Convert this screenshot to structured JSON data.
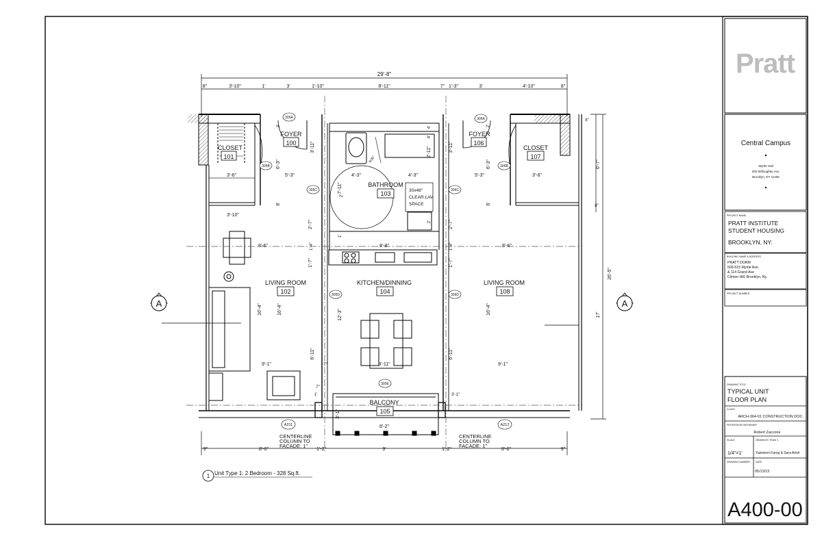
{
  "dimensions": {
    "overall_width": "29'-8\"",
    "top_row": [
      "8\"",
      "3'-10\"",
      "1'",
      "3'",
      "1'-10\"",
      "8'-11\"",
      "7\"",
      "1'-3\"",
      "3'",
      "4'-10\"",
      "8\""
    ],
    "bottom_row": [
      "9\"",
      "8'-6\"",
      "1'-2\"",
      "9'",
      "1'-2\"",
      "8'-6\"",
      "9\""
    ],
    "right_vertical": [
      "6'-7\"",
      "26'-5\"",
      "17'",
      "8\"",
      "8\""
    ],
    "interior": [
      "3'-6\"",
      "5'-3\"",
      "4'-3\"",
      "4'-3\"",
      "5'-3\"",
      "3'-6\"",
      "3'-10\"",
      "8'-6\"",
      "8'-8\"",
      "8'-6\"",
      "9'-1\"",
      "8'-11\"",
      "9'-1\"",
      "8'-2\"",
      "16'-4\"",
      "16'-4\"",
      "16'-4\"",
      "12'-3\"",
      "6'-11\"",
      "6'-11\"",
      "6'-3\"",
      "6'-3\"",
      "3'-11\"",
      "3'-11\"",
      "2'-11\"",
      "7'-11\"",
      "2'-7\"",
      "2'-7\"",
      "1'-7\"",
      "1'-7\"",
      "1'-4\"",
      "1'-4\"",
      "6'",
      "6'",
      "3'-1\"",
      "7\"",
      "7\"",
      "2'",
      "2'",
      "2'",
      "2'",
      "4'",
      "4'",
      "1'",
      "1'",
      "3'-1\""
    ]
  },
  "rooms": [
    {
      "name": "FOYER",
      "number": "100"
    },
    {
      "name": "CLOSET",
      "number": "101"
    },
    {
      "name": "LIVING ROOM",
      "number": "102"
    },
    {
      "name": "BATHROOM",
      "number": "103"
    },
    {
      "name": "KITCHEN/DINNING",
      "number": "104"
    },
    {
      "name": "BALCONY",
      "number": "105"
    },
    {
      "name": "FOYER",
      "number": "106"
    },
    {
      "name": "CLOSET",
      "number": "107"
    },
    {
      "name": "LIVING ROOM",
      "number": "108"
    }
  ],
  "door_tags": [
    "305A",
    "305B",
    "305C",
    "305D",
    "305E",
    "306A",
    "306B",
    "306C",
    "306D"
  ],
  "window_tags": [
    "A211",
    "A212"
  ],
  "notes": {
    "clear_lav": [
      "30x48\"",
      "CLEAR LAV",
      "SPACE"
    ],
    "centerline_left": [
      "CENTERLINE",
      "COLUMN TO",
      "FACADE: 1\""
    ],
    "centerline_right": [
      "CENTERLINE",
      "COLUMN TO",
      "FACADE: 1\""
    ],
    "r36": "R36\""
  },
  "section_marker": "A",
  "drawing_caption": {
    "number": "1",
    "text": "Unit Type 1: 2 Bedroom - 328 Sq.ft."
  },
  "title_block": {
    "logo": "Pratt",
    "campus": "Central Campus",
    "address_lines": [
      "Myrtle Hall",
      "200 Willoughby Ave.",
      "Brooklyn, NY 11205"
    ],
    "project_name_label": "PROJECT NAME",
    "project_name": [
      "PRATT INSTITUTE",
      "STUDENT HOUSING",
      "BROOKLYN, NY."
    ],
    "building_label": "BUILDING NAME & ADDRESS",
    "building": [
      "PRATT DORM",
      "509-515 Myrtle Ave.",
      "& 114 Grand Ave",
      "Clinton Hill, Brooklyn, Ny."
    ],
    "project_number_label": "PROJECT NUMBER",
    "drawing_title_label": "DRAWING TITLE",
    "drawing_title": [
      "TYPICAL UNIT",
      "FLOOR PLAN"
    ],
    "class_label": "CLASS",
    "class_value": "ARCH-364-01 CONSTRUCTION DOC.",
    "reviewer_label": "PROFESSOR/ REVIEWER",
    "reviewer": "Robert Zaccone",
    "scale_label": "SCALE",
    "scale": "1/4\"=1'",
    "drawn_label": "DRAWN BY TEAM 1",
    "drawn_by": "Yasmeen Farraj & Sara Amiri",
    "drawing_number_label": "DRAWING NUMBER",
    "date_label": "DATE",
    "date": "05/13/15",
    "sheet_number": "A400-00"
  }
}
